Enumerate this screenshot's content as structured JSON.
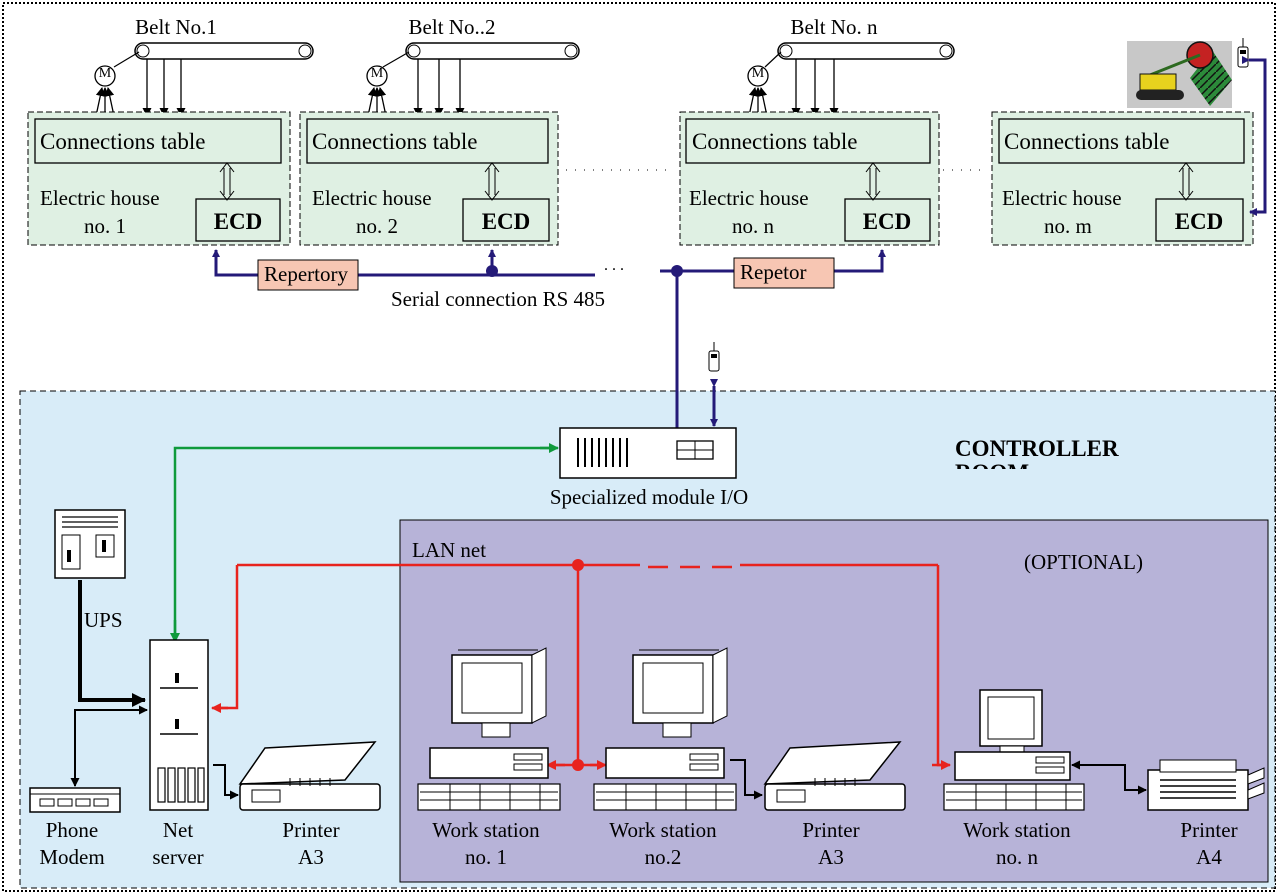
{
  "belts": [
    "Belt No.1",
    "Belt No..2",
    "Belt No. n"
  ],
  "houses": [
    {
      "table": "Connections table",
      "house_line1": "Electric house",
      "house_line2": "no. 1",
      "ecd": "ECD"
    },
    {
      "table": "Connections table",
      "house_line1": "Electric house",
      "house_line2": "no. 2",
      "ecd": "ECD"
    },
    {
      "table": "Connections table",
      "house_line1": "Electric house",
      "house_line2": "no. n",
      "ecd": "ECD"
    },
    {
      "table": "Connections table",
      "house_line1": "Electric house",
      "house_line2": "no. m",
      "ecd": "ECD"
    }
  ],
  "repeaters": [
    "Repertory",
    "Repetor"
  ],
  "serial_label": "Serial connection RS 485",
  "ellipsis": ". . .",
  "io_module_label": "Specialized module I/O",
  "controller_title": "CONTROLLER",
  "controller_title_cut": "ROOM",
  "lan_label": "LAN net",
  "optional_label": "(OPTIONAL)",
  "ups_label": "UPS",
  "motor_symbol": "M",
  "devices": {
    "phone_modem": [
      "Phone",
      "Modem"
    ],
    "net_server": [
      "Net",
      "server"
    ],
    "printer_a3_left": [
      "Printer",
      "A3"
    ],
    "ws1": [
      "Work station",
      "no. 1"
    ],
    "ws2": [
      "Work station",
      "no.2"
    ],
    "printer_a3_right": [
      "Printer",
      "A3"
    ],
    "wsn": [
      "Work station",
      "no. n"
    ],
    "printer_a4": [
      "Printer",
      "A4"
    ]
  },
  "colors": {
    "house_fill": "#dff0e3",
    "repeater_fill": "#f7c6b3",
    "controller_fill": "#d8ecf8",
    "optional_fill": "#b7b3d8",
    "serial_line": "#241a78",
    "lan_line": "#e8231e",
    "green_line": "#0f9a3c"
  }
}
